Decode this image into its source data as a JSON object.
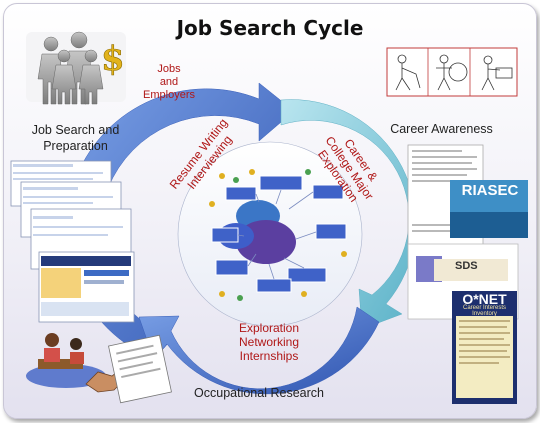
{
  "title": "Job Search Cycle",
  "labels": {
    "job_search_prep": [
      "Job Search and",
      "Preparation"
    ],
    "jobs_employers": [
      "Jobs",
      "and",
      "Employers"
    ],
    "career_awareness": "Career Awareness",
    "occupational_research": "Occupational  Research"
  },
  "cycle_labels": {
    "resume": [
      "Resume Writing",
      "Interviewing"
    ],
    "career_college": [
      "Career &",
      "College Major",
      "Exploration"
    ],
    "exploration": [
      "Exploration",
      "Networking",
      "Internships"
    ]
  },
  "thumbnails": {
    "riasec": "RIASEC",
    "sds": "SDS",
    "onet": "O*NET",
    "onet_sub": [
      "Career Interests",
      "Inventory"
    ]
  },
  "colors": {
    "arrow_blue": "#4f72c7",
    "arrow_teal": "#7fc6d6",
    "accent_red": "#b01818",
    "dollar": "#e2b31c"
  }
}
